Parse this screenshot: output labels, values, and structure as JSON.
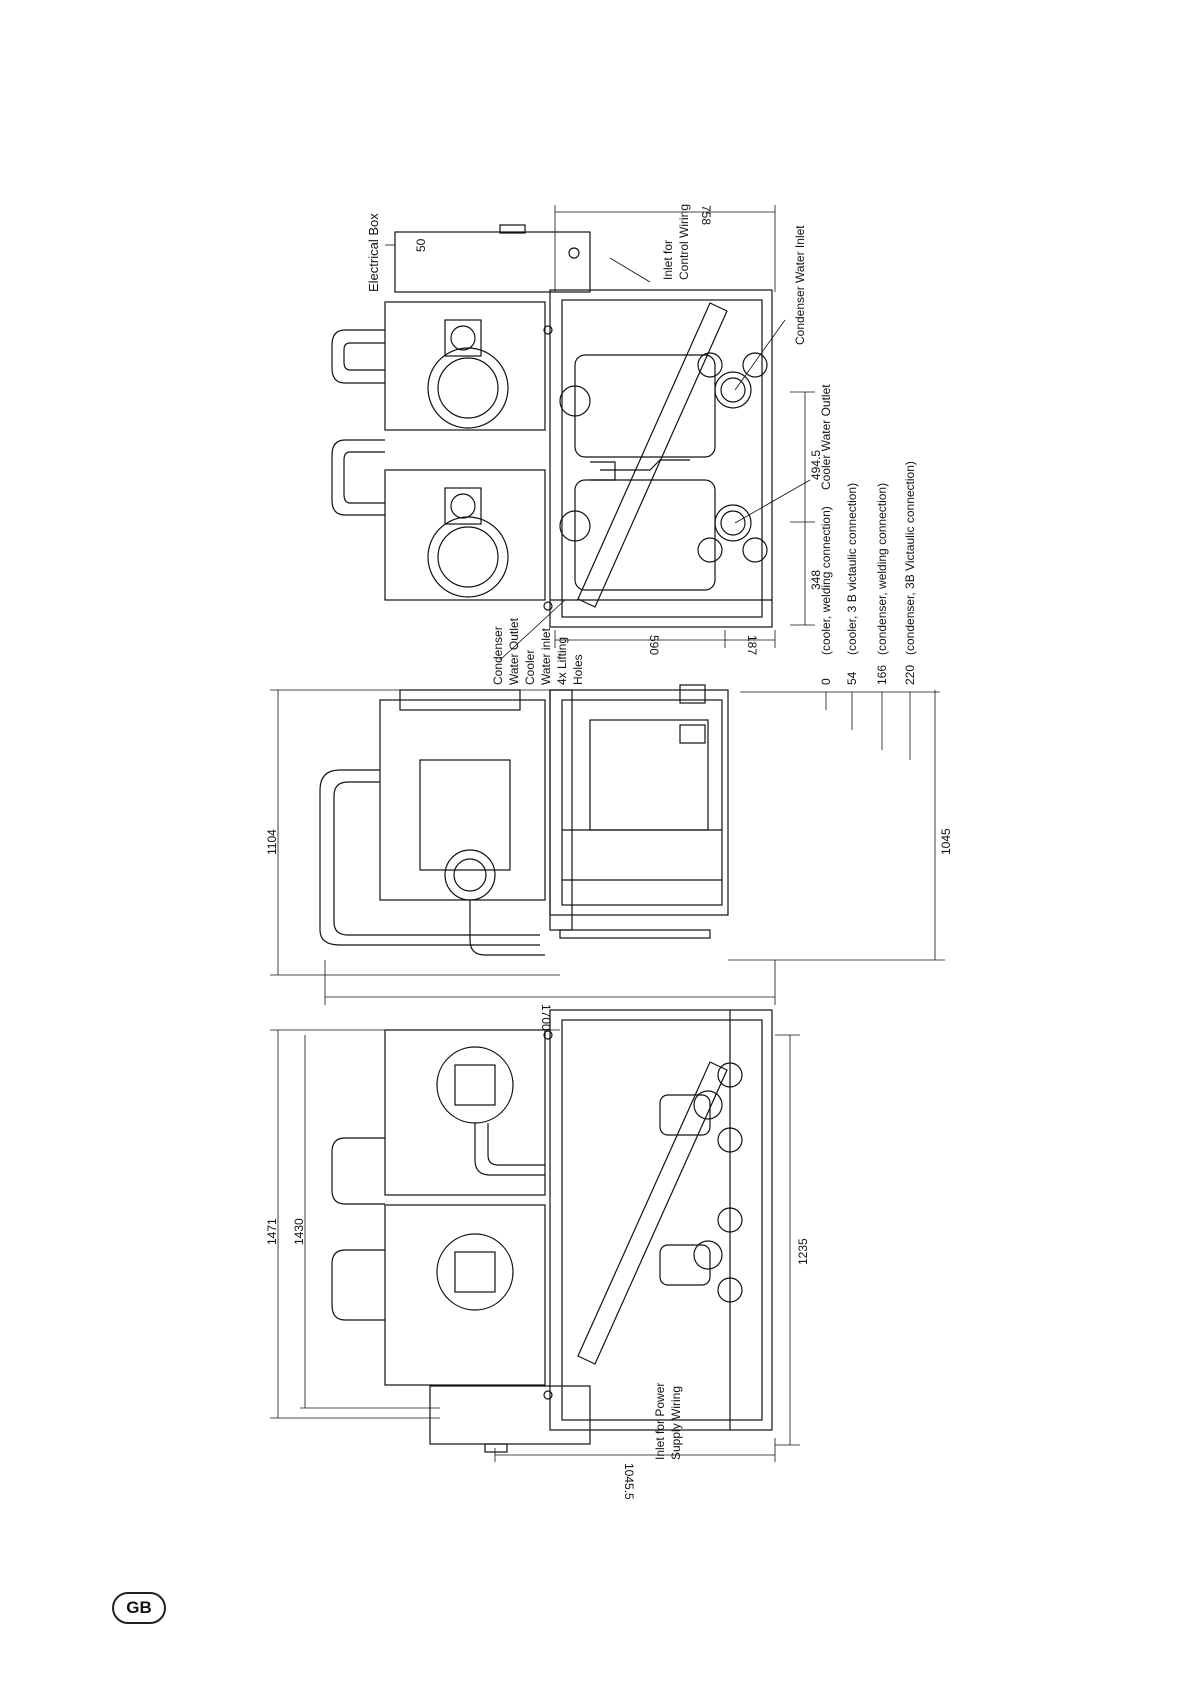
{
  "labels": {
    "electrical_box": "Electrical Box",
    "inlet_control_wiring": [
      "Inlet for",
      "Control Wiring"
    ],
    "condenser_water_inlet": "Condenser Water Inlet",
    "cooler_water_outlet": "Cooler Water Outlet",
    "condenser_water_outlet": [
      "Condenser",
      "Water Outlet"
    ],
    "cooler_water_inlet": [
      "Cooler",
      "Water inlet"
    ],
    "lifting_holes": [
      "4x Lifting",
      "Holes"
    ],
    "inlet_power_wiring": [
      "Inlet for Power",
      "Supply Wiring"
    ]
  },
  "connections": [
    {
      "value": "0",
      "text": "(cooler, welding connection)"
    },
    {
      "value": "54",
      "text": "(cooler, 3 B victaulic connection)"
    },
    {
      "value": "166",
      "text": "(condenser, welding connection)"
    },
    {
      "value": "220",
      "text": "(condenser, 3B Victaulic connection)"
    }
  ],
  "dimensions": {
    "d50": "50",
    "d758": "758",
    "d494_5": "494.5",
    "d348": "348",
    "d590": "590",
    "d187": "187",
    "d1104": "1104",
    "d1045": "1045",
    "d1700": "1700",
    "d1471": "1471",
    "d1430": "1430",
    "d1235": "1235",
    "d1045_5": "1045.5"
  },
  "badge": "GB"
}
